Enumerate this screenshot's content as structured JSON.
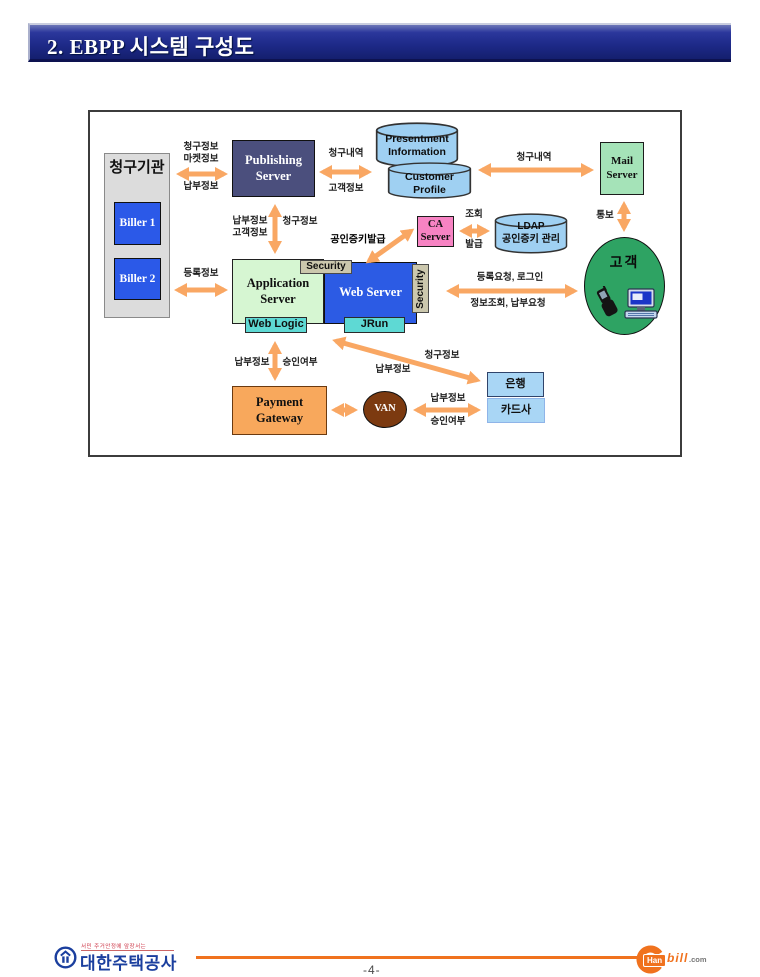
{
  "title": "2. EBPP 시스템 구성도",
  "page_number": "-4-",
  "colors": {
    "title_bar_navy": "#1d2987",
    "arrow_orange": "#f9a763",
    "knhc_blue": "#1b3f9e",
    "hanbill_orange": "#f0721e",
    "publishing_navy": "#4b4f7d",
    "web_server_blue": "#2c5be4",
    "app_server_green": "#d6f6d2",
    "customer_green": "#2ea363",
    "cylinder_blue": "#9fd0f2",
    "payment_orange": "#f8a85c",
    "van_brown": "#7c3a10",
    "ca_pink": "#f783c3",
    "mail_green": "#a5e3b8"
  },
  "diagram": {
    "nodes": {
      "billing_org": "청구기관",
      "biller1": "Biller 1",
      "biller2": "Biller 2",
      "publishing": "Publishing\nServer",
      "presentment_db": "Presentment\nInformation",
      "customer_db": "Customer\nProfile",
      "mail": "Mail\nServer",
      "ca": "CA\nServer",
      "ldap": "LDAP\n공인증키 관리",
      "app": "Application\nServer",
      "web": "Web Server",
      "security_top": "Security",
      "security_right": "Security",
      "weblogic": "Web Logic",
      "jrun": "JRun",
      "customer": "고객",
      "pg": "Payment\nGateway",
      "van": "VAN",
      "bank": "은행",
      "card": "카드사"
    },
    "flows": {
      "org_publishing_top": "청구정보\n마켓정보",
      "org_publishing_bottom": "납부정보",
      "publishing_db_top": "청구내역",
      "publishing_db_bottom": "고객정보",
      "db_mail": "청구내역",
      "mail_customer": "통보",
      "publishing_app_left": "납부정보\n고객정보",
      "publishing_app_right": "청구정보",
      "biller2_app": "등록정보",
      "web_customer_top": "등록요청, 로그인",
      "web_customer_bottom": "정보조회, 납부요청",
      "web_ca": "공인증키발급",
      "ca_ldap_top": "조회",
      "ca_ldap_bottom": "발급",
      "app_pg_left": "납부정보",
      "app_pg_right": "승인여부",
      "weblogic_bank_top": "청구정보",
      "weblogic_bank_bottom": "납부정보",
      "van_card_top": "납부정보",
      "van_card_bottom": "승인여부"
    }
  },
  "footer": {
    "company_slogan": "서민 주거안정에 앞장서는",
    "company_name": "대한주택공사",
    "hanbill_han": "Han",
    "hanbill_bill": "bill",
    "hanbill_com": ".com"
  }
}
